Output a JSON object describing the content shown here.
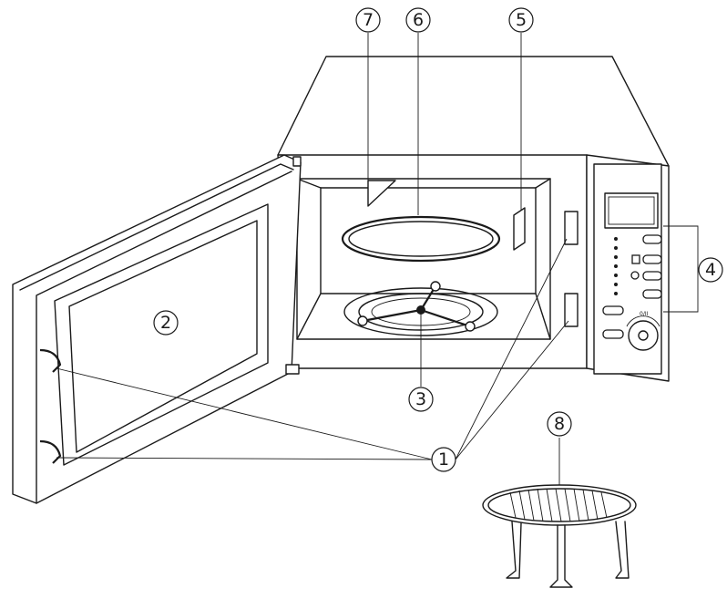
{
  "callouts": [
    {
      "id": "1",
      "label": "1"
    },
    {
      "id": "2",
      "label": "2"
    },
    {
      "id": "3",
      "label": "3"
    },
    {
      "id": "4",
      "label": "4"
    },
    {
      "id": "5",
      "label": "5"
    },
    {
      "id": "6",
      "label": "6"
    },
    {
      "id": "7",
      "label": "7"
    },
    {
      "id": "8",
      "label": "8"
    }
  ],
  "control_panel": {
    "dial_label": "0/II"
  }
}
